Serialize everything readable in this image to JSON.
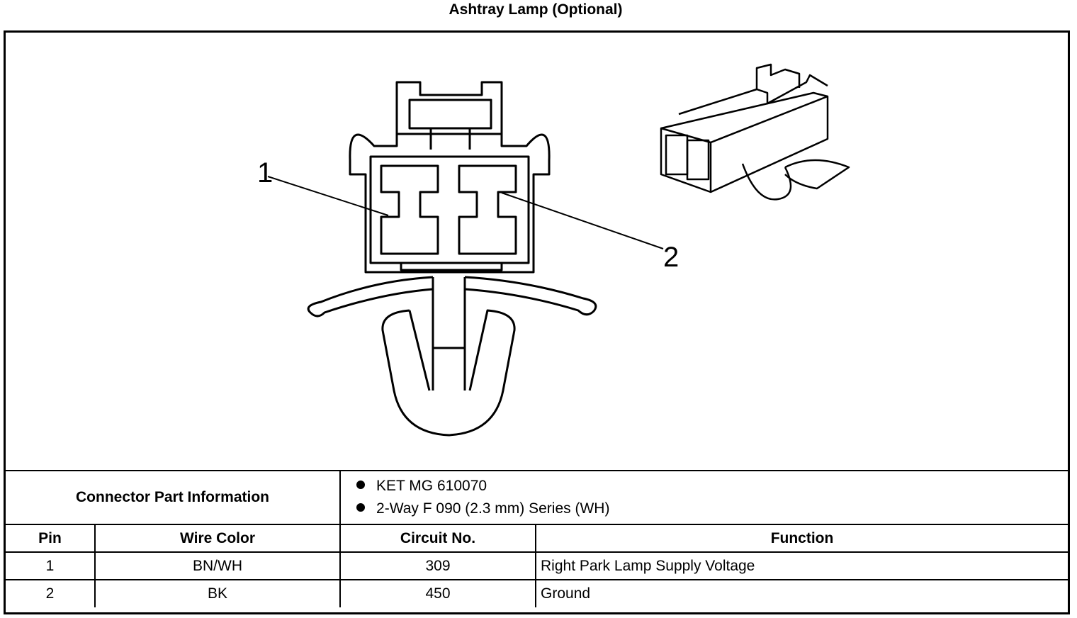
{
  "title": "Ashtray Lamp (Optional)",
  "callouts": {
    "pin1": "1",
    "pin2": "2"
  },
  "connector_info": {
    "label": "Connector Part Information",
    "items": [
      "KET MG 610070",
      "2-Way F 090 (2.3 mm) Series (WH)"
    ]
  },
  "table": {
    "headers": [
      "Pin",
      "Wire Color",
      "Circuit No.",
      "Function"
    ],
    "rows": [
      [
        "1",
        "BN/WH",
        "309",
        "Right Park Lamp Supply Voltage"
      ],
      [
        "2",
        "BK",
        "450",
        "Ground"
      ]
    ]
  }
}
